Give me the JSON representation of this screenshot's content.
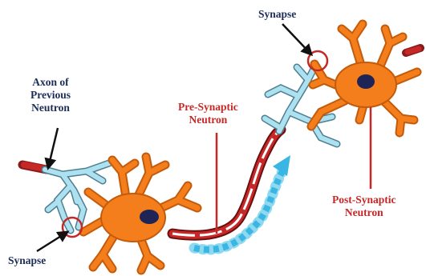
{
  "labels": {
    "axon_previous": [
      "Axon of",
      "Previous",
      "Neutron"
    ],
    "synapse_top": "Synapse",
    "synapse_bottom": "Synapse",
    "pre_synaptic": [
      "Pre-Synaptic",
      "Neutron"
    ],
    "post_synaptic": [
      "Post-Synaptic",
      "Neutron"
    ]
  },
  "colors": {
    "soma": "#f47e1c",
    "nucleus": "#1f2456",
    "dendrite": "#aee1ef",
    "dendrite_outline": "#4d7f93",
    "myelin": "#c62828",
    "signal_arrow": "#39b6e3",
    "label_navy": "#1c2d57",
    "label_red": "#c62828",
    "circle": "#c62828"
  }
}
